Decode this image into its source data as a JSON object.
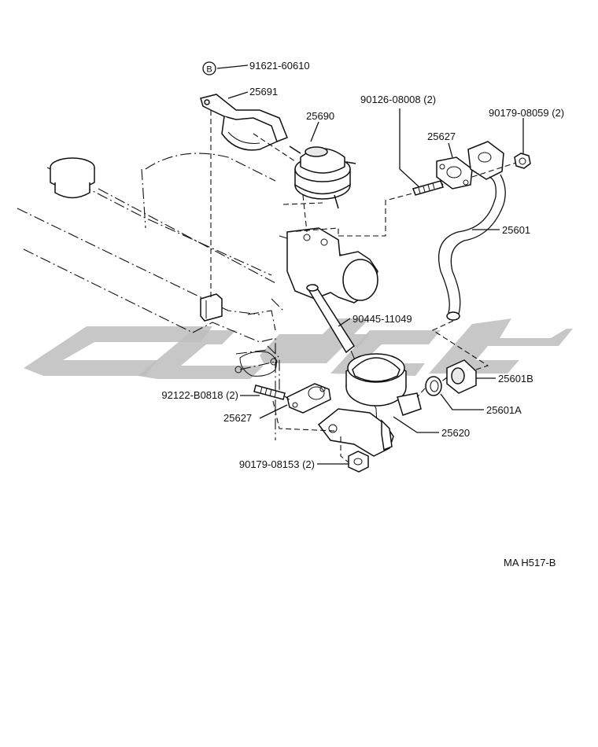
{
  "diagram_code": "MA  H517-B",
  "callouts": [
    {
      "id": "bolt_b",
      "text": "91621-60610",
      "badge": "B"
    },
    {
      "id": "bracket",
      "text": "25691"
    },
    {
      "id": "vsv",
      "text": "25690"
    },
    {
      "id": "stud_top",
      "text": "90126-08008 (2)"
    },
    {
      "id": "nut_top",
      "text": "90179-08059 (2)"
    },
    {
      "id": "gasket_top",
      "text": "25627"
    },
    {
      "id": "pipe",
      "text": "25601"
    },
    {
      "id": "hose",
      "text": "90445-11049"
    },
    {
      "id": "union_nut",
      "text": "25601B"
    },
    {
      "id": "gasket_ring",
      "text": "25601A"
    },
    {
      "id": "valve",
      "text": "25620"
    },
    {
      "id": "stud_bottom",
      "text": "92122-B0818 (2)"
    },
    {
      "id": "gasket_bottom",
      "text": "25627"
    },
    {
      "id": "nut_bottom",
      "text": "90179-08153 (2)"
    }
  ],
  "watermark": {
    "color": "#bdbdbd"
  }
}
